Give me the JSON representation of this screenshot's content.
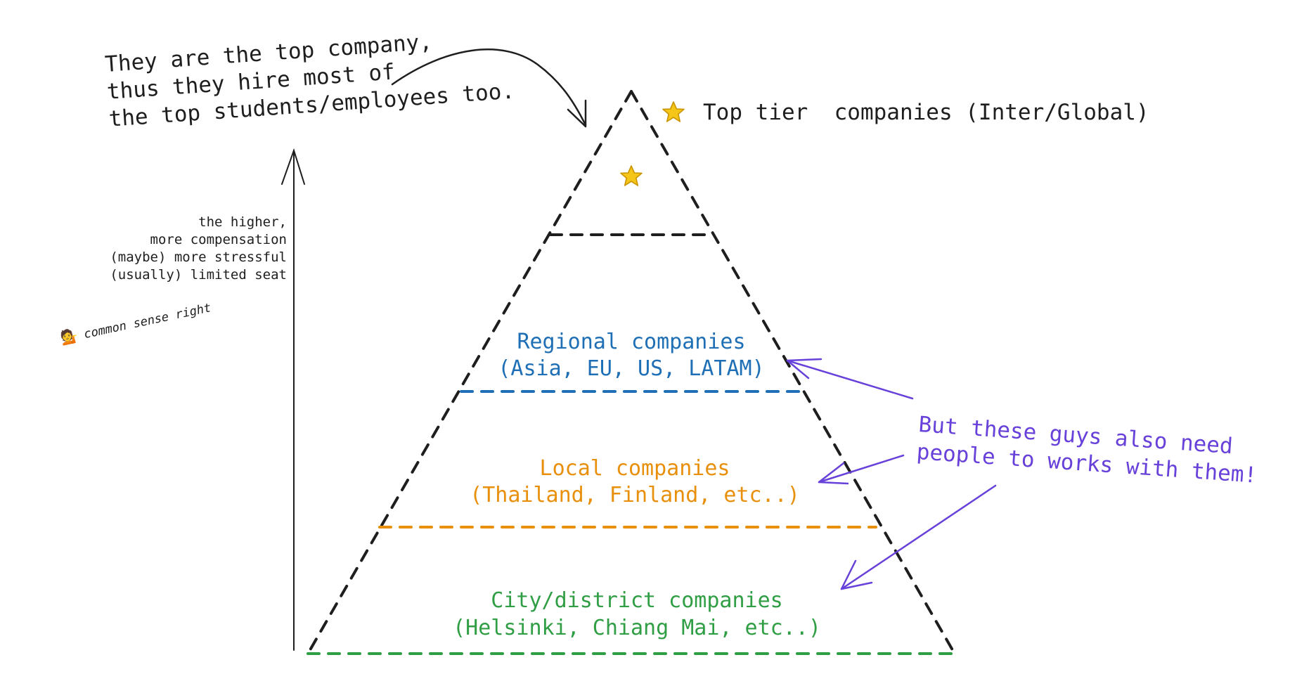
{
  "annotation_top": {
    "lines": [
      "They are the top company,",
      "thus they hire most of",
      "the top students/employees too."
    ]
  },
  "top_tier": {
    "star_icon": "star-icon",
    "label": "Top tier  companies (Inter/Global)"
  },
  "axis_note": {
    "lines": [
      "the higher,",
      "more compensation",
      "(maybe) more stressful",
      "(usually) limited seat"
    ]
  },
  "common_sense": {
    "emoji": "💁",
    "text": "common sense right"
  },
  "tiers": {
    "regional": {
      "line1": "Regional companies",
      "line2": "(Asia, EU, US, LATAM)",
      "color": "#1e6fb5"
    },
    "local": {
      "line1": "Local companies",
      "line2": "(Thailand, Finland, etc..)",
      "color": "#e8900c"
    },
    "city": {
      "line1": "City/district companies",
      "line2": "(Helsinki, Chiang Mai, etc..)",
      "color": "#2f9e44"
    }
  },
  "side_note": {
    "lines": [
      "But these guys also need",
      "people to works with them!"
    ],
    "color": "#6741d9"
  },
  "colors": {
    "outline": "#1e1e1e",
    "star": "#f5c518"
  }
}
